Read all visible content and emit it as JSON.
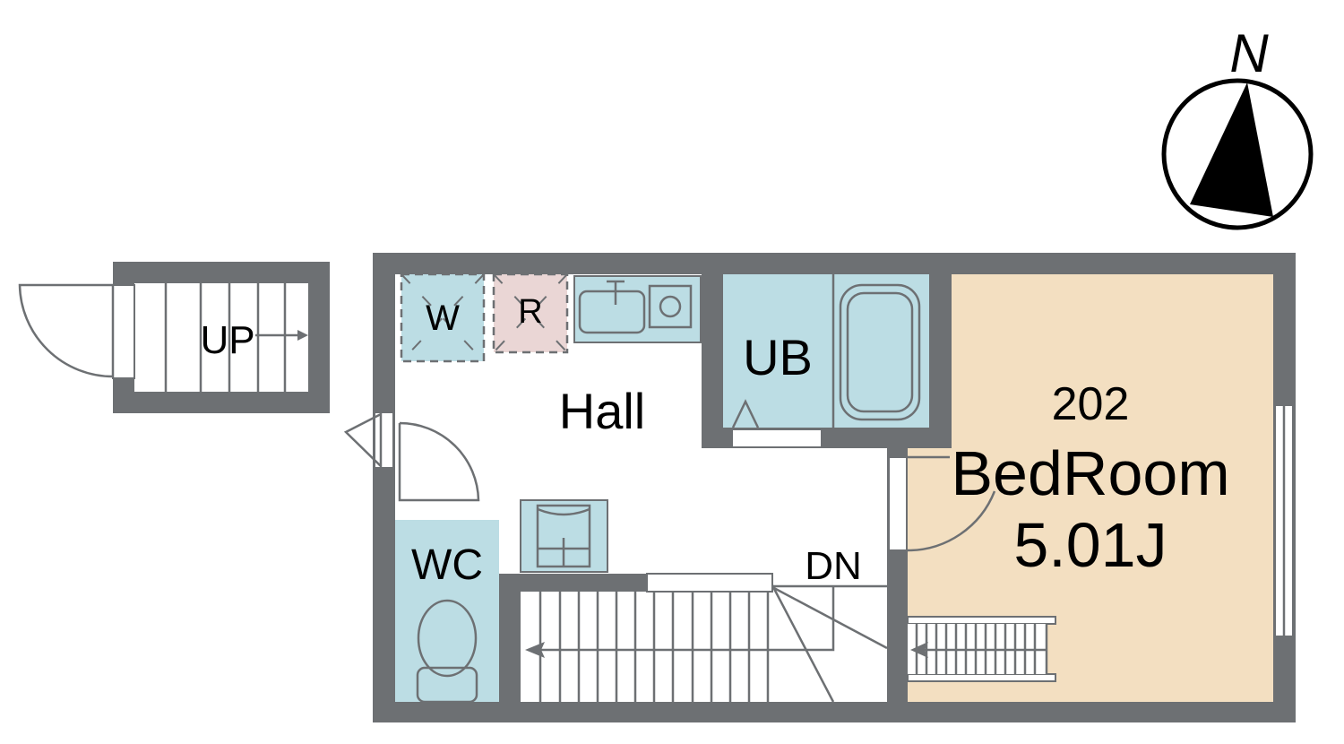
{
  "plan": {
    "unit_number": "202",
    "rooms": {
      "bedroom": {
        "name": "BedRoom",
        "size": "5.01J"
      },
      "hall": "Hall",
      "unit_bath": "UB",
      "toilet": "WC",
      "washer": "W",
      "fridge": "R"
    },
    "stairs": {
      "up": "UP",
      "down": "DN"
    },
    "compass": {
      "north_label": "N"
    }
  },
  "colors": {
    "wall": "#6d7073",
    "water_area": "#bcdde4",
    "bedroom_floor": "#f3dfc1",
    "fridge_area": "#ead6d5"
  }
}
